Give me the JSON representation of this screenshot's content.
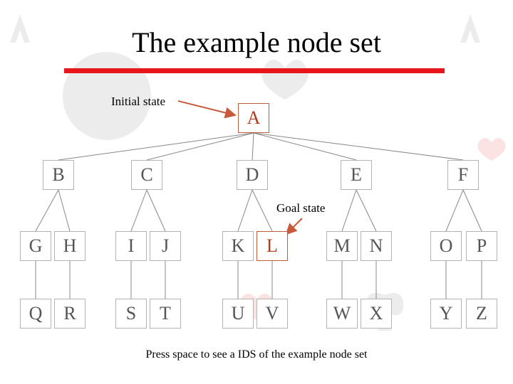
{
  "title": "The example node set",
  "annotations": {
    "initial_state": "Initial state",
    "goal_state": "Goal state"
  },
  "caption": "Press space to see a IDS of the example node set",
  "colors": {
    "title_rule": "#e8151a",
    "highlight": "#c85a3c",
    "edge": "#888888",
    "arrow": "#c85a3c"
  },
  "tree": {
    "root": {
      "id": "A",
      "label": "A",
      "highlighted": true
    },
    "level1": [
      {
        "id": "B",
        "label": "B"
      },
      {
        "id": "C",
        "label": "C"
      },
      {
        "id": "D",
        "label": "D"
      },
      {
        "id": "E",
        "label": "E"
      },
      {
        "id": "F",
        "label": "F"
      }
    ],
    "level2": [
      {
        "id": "G",
        "label": "G"
      },
      {
        "id": "H",
        "label": "H"
      },
      {
        "id": "I",
        "label": "I"
      },
      {
        "id": "J",
        "label": "J"
      },
      {
        "id": "K",
        "label": "K"
      },
      {
        "id": "L",
        "label": "L",
        "highlighted": true
      },
      {
        "id": "M",
        "label": "M"
      },
      {
        "id": "N",
        "label": "N"
      },
      {
        "id": "O",
        "label": "O"
      },
      {
        "id": "P",
        "label": "P"
      }
    ],
    "level3": [
      {
        "id": "Q",
        "label": "Q"
      },
      {
        "id": "R",
        "label": "R"
      },
      {
        "id": "S",
        "label": "S"
      },
      {
        "id": "T",
        "label": "T"
      },
      {
        "id": "U",
        "label": "U"
      },
      {
        "id": "V",
        "label": "V"
      },
      {
        "id": "W",
        "label": "W"
      },
      {
        "id": "X",
        "label": "X"
      },
      {
        "id": "Y",
        "label": "Y"
      },
      {
        "id": "Z",
        "label": "Z"
      }
    ],
    "edges": [
      [
        "A",
        "B"
      ],
      [
        "A",
        "C"
      ],
      [
        "A",
        "D"
      ],
      [
        "A",
        "E"
      ],
      [
        "A",
        "F"
      ],
      [
        "B",
        "G"
      ],
      [
        "B",
        "H"
      ],
      [
        "C",
        "I"
      ],
      [
        "C",
        "J"
      ],
      [
        "D",
        "K"
      ],
      [
        "D",
        "L"
      ],
      [
        "E",
        "M"
      ],
      [
        "E",
        "N"
      ],
      [
        "F",
        "O"
      ],
      [
        "F",
        "P"
      ],
      [
        "G",
        "Q"
      ],
      [
        "H",
        "R"
      ],
      [
        "I",
        "S"
      ],
      [
        "J",
        "T"
      ],
      [
        "K",
        "U"
      ],
      [
        "L",
        "V"
      ],
      [
        "M",
        "W"
      ],
      [
        "N",
        "X"
      ],
      [
        "O",
        "Y"
      ],
      [
        "P",
        "Z"
      ]
    ]
  }
}
